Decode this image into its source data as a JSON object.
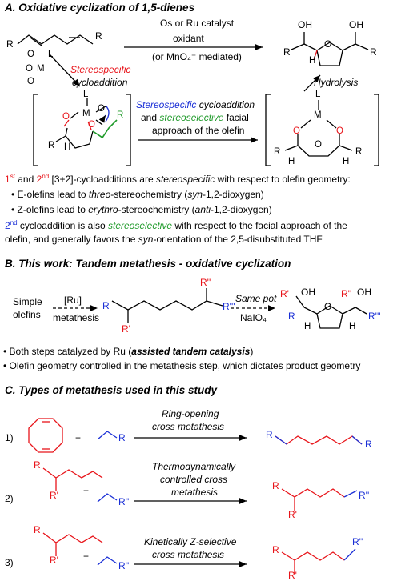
{
  "colors": {
    "red": "#e8141a",
    "blue": "#1a2fd6",
    "green": "#1f9a2a",
    "black": "#000000"
  },
  "sectionA": {
    "title": "A. Oxidative cyclization of 1,5-dienes",
    "arrow_top_1": "Os or Ru catalyst",
    "arrow_top_2": "oxidant",
    "arrow_top_3": "(or MnO₄⁻ mediated)",
    "stereospecific_1": "Stereospecific",
    "stereospecific_2": "cycloaddition",
    "hydrolysis": "Hydrolysis",
    "mid_1_a": "Stereospecific",
    "mid_1_b": " cycloaddition",
    "mid_2_a": "and ",
    "mid_2_b": "stereoselective",
    "mid_2_c": " facial",
    "mid_3": "approach of the olefin",
    "p1_a": "1",
    "p1_sup1": "st",
    "p1_b": " and ",
    "p1_c": "2",
    "p1_sup2": "nd",
    "p1_d": " [3+2]-cycloadditions are ",
    "p1_e": "stereospecific",
    "p1_f": " with respect to olefin geometry:",
    "b1_a": "• E-olefins lead to ",
    "b1_b": "threo",
    "b1_c": "-stereochemistry (",
    "b1_d": "syn",
    "b1_e": "-1,2-dioxygen)",
    "b2_a": "• Z-olefins lead to ",
    "b2_b": "erythro",
    "b2_c": "-stereochemistry (",
    "b2_d": "anti",
    "b2_e": "-1,2-dioxygen)",
    "p2_a": "2",
    "p2_sup": "nd",
    "p2_b": " cycloaddition is also ",
    "p2_c": "stereoselective",
    "p2_d": " with respect to the facial approach of the",
    "p2_line2_a": "olefin, and generally favors the ",
    "p2_line2_b": "syn",
    "p2_line2_c": "-orientation of the 2,5-disubstituted THF"
  },
  "sectionB": {
    "title": "B. This work: Tandem metathesis - oxidative cyclization",
    "simple_1": "Simple",
    "simple_2": "olefins",
    "ru": "[Ru]",
    "metathesis": "metathesis",
    "same_pot": "Same pot",
    "naio4": "NaIO₄",
    "bullet1_a": "• Both steps catalyzed by Ru (",
    "bullet1_b": "assisted tandem catalysis",
    "bullet1_c": ")",
    "bullet2": "• Olefin geometry controlled in the metathesis step, which dictates product geometry"
  },
  "sectionC": {
    "title": "C. Types of metathesis used in this study",
    "rows": [
      {
        "num": "1)",
        "line1": "Ring-opening",
        "line2": "cross metathesis",
        "line3": ""
      },
      {
        "num": "2)",
        "line1": "Thermodynamically",
        "line2": "controlled cross",
        "line3": "metathesis"
      },
      {
        "num": "3)",
        "line1": "Kinetically Z-selective",
        "line2": "cross metathesis",
        "line3": ""
      }
    ]
  },
  "atoms": {
    "R": "R",
    "R1": "R'",
    "R2": "R''",
    "R3": "R'''",
    "O": "O",
    "OH": "OH",
    "M": "M",
    "L": "L",
    "H": "H",
    "plus": "+"
  }
}
